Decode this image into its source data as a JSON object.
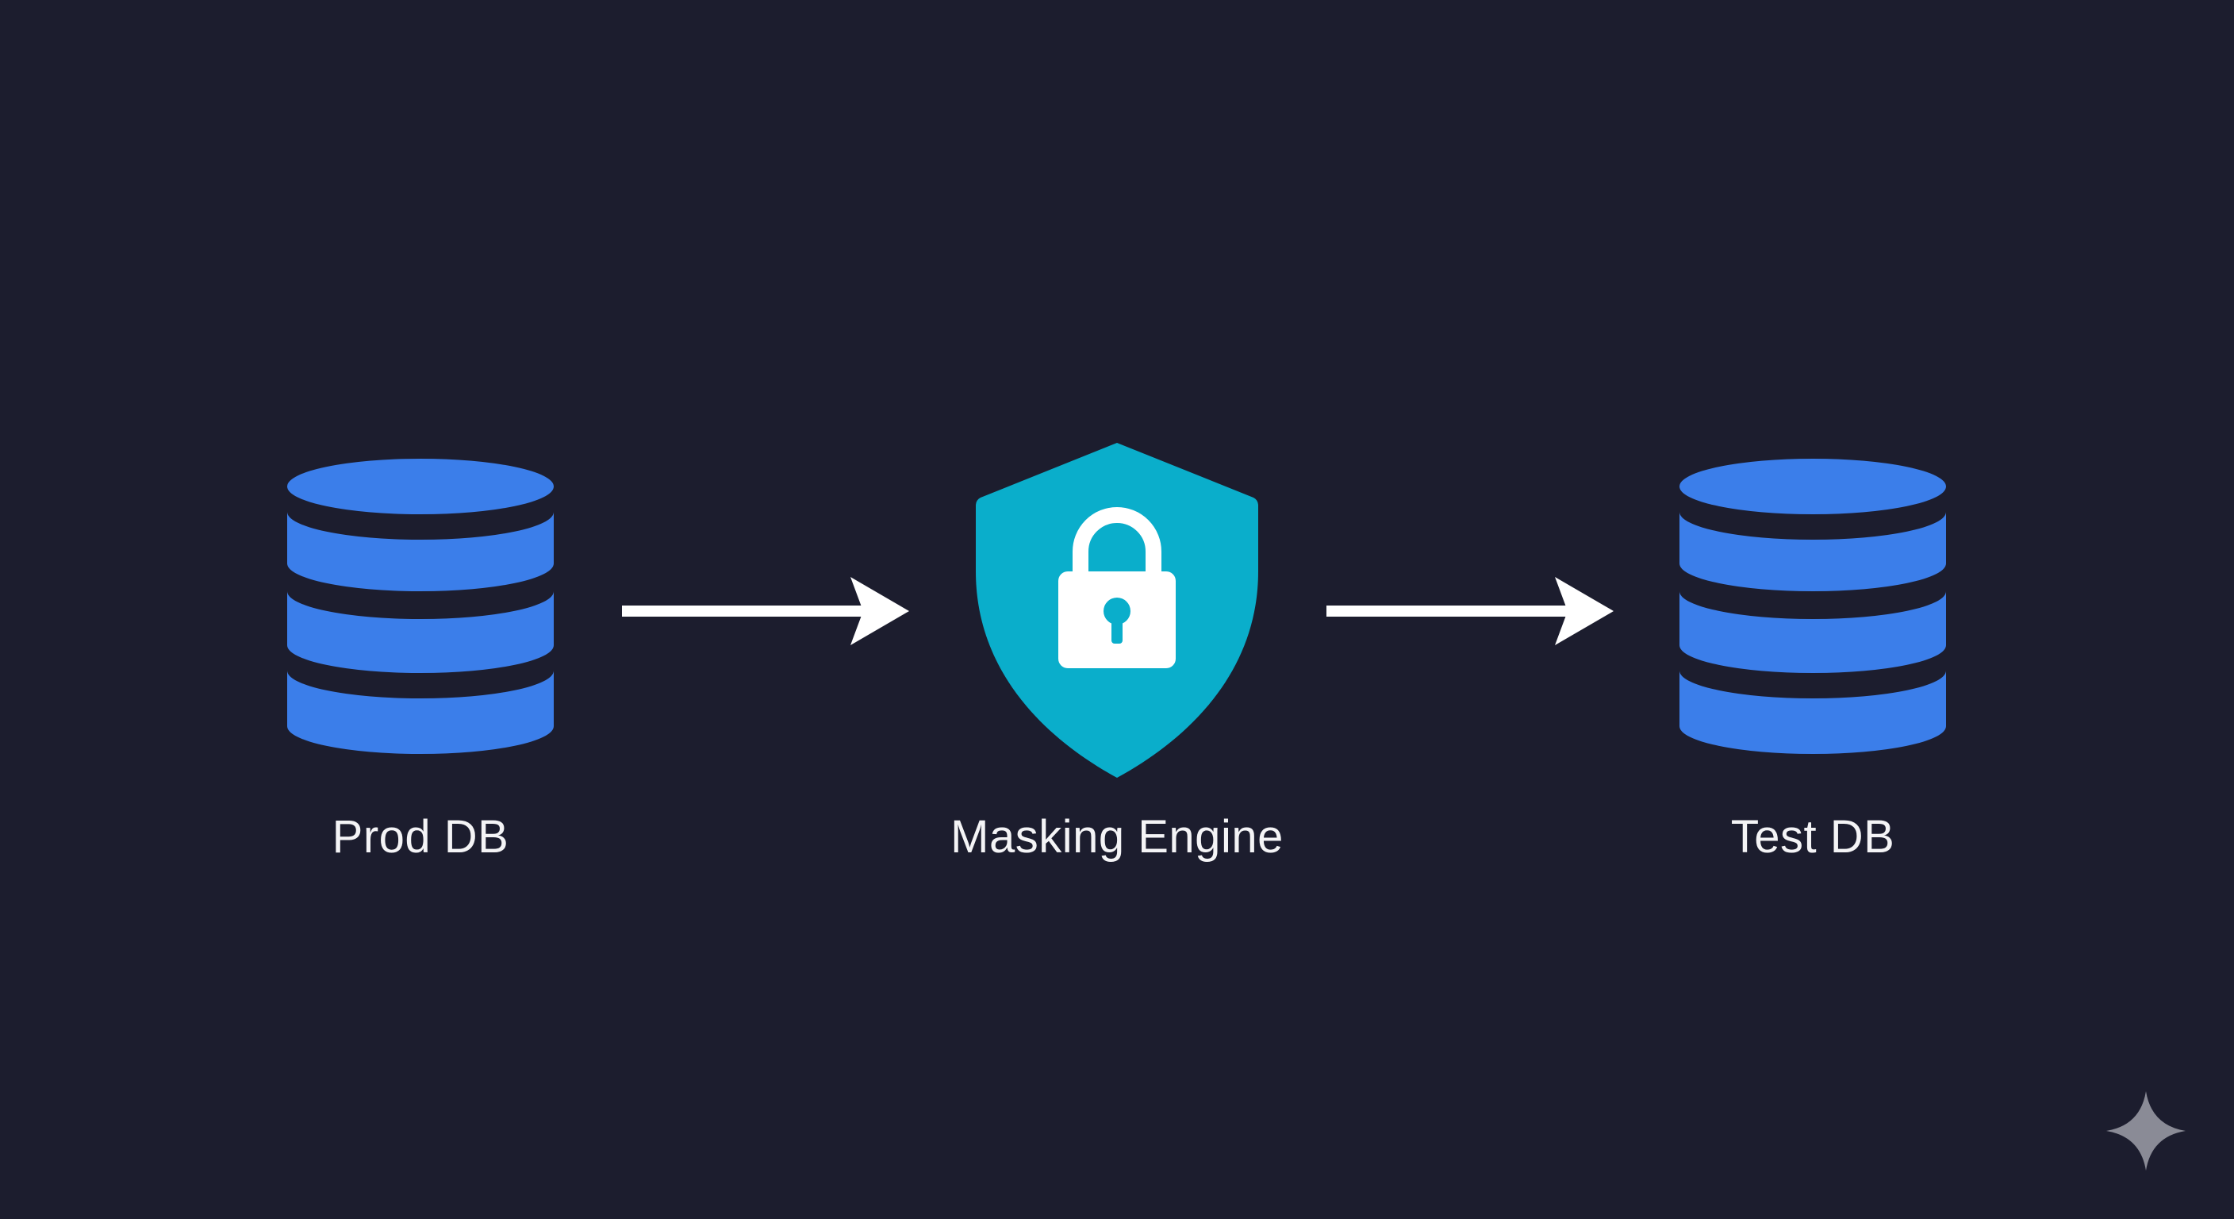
{
  "nodes": [
    {
      "id": "prod",
      "label": "Prod DB",
      "icon": "database-icon"
    },
    {
      "id": "mask",
      "label": "Masking Engine",
      "icon": "shield-lock-icon"
    },
    {
      "id": "test",
      "label": "Test DB",
      "icon": "database-icon"
    }
  ],
  "edges": [
    {
      "from": "prod",
      "to": "mask"
    },
    {
      "from": "mask",
      "to": "test"
    }
  ],
  "colors": {
    "background": "#1c1d2e",
    "database": "#3b7eea",
    "shield": "#0aaecb",
    "arrow": "#ffffff",
    "label": "#f4f4f6",
    "watermark": "#8a8b96"
  },
  "watermark": {
    "icon": "sparkle-icon"
  }
}
